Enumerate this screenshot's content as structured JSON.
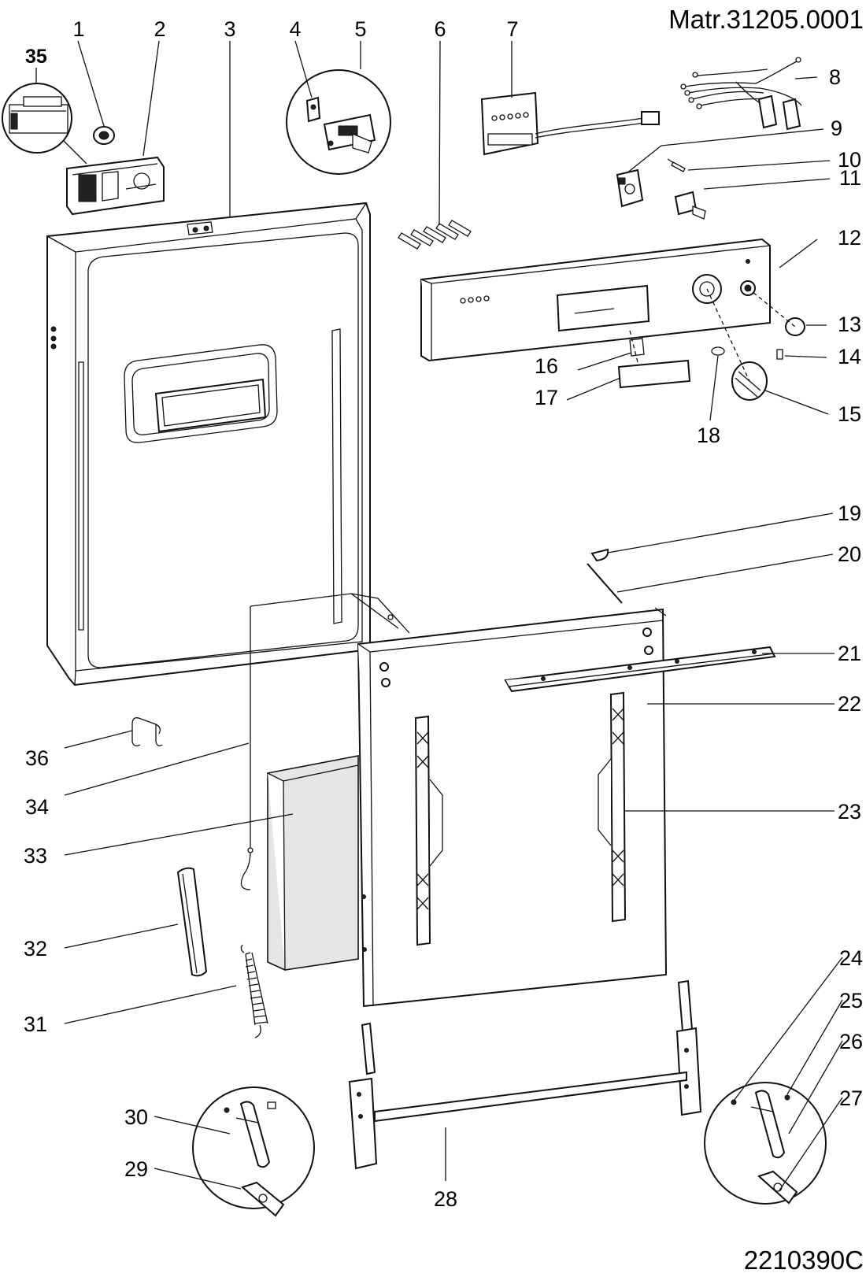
{
  "header": {
    "material_code": "Matr.31205.0001"
  },
  "footer": {
    "drawing_number": "2210390C"
  },
  "callouts": [
    "1",
    "2",
    "3",
    "4",
    "5",
    "6",
    "7",
    "8",
    "9",
    "10",
    "11",
    "12",
    "13",
    "14",
    "15",
    "16",
    "17",
    "18",
    "19",
    "20",
    "21",
    "22",
    "23",
    "24",
    "25",
    "26",
    "27",
    "28",
    "29",
    "30",
    "31",
    "32",
    "33",
    "34",
    "35",
    "36"
  ]
}
